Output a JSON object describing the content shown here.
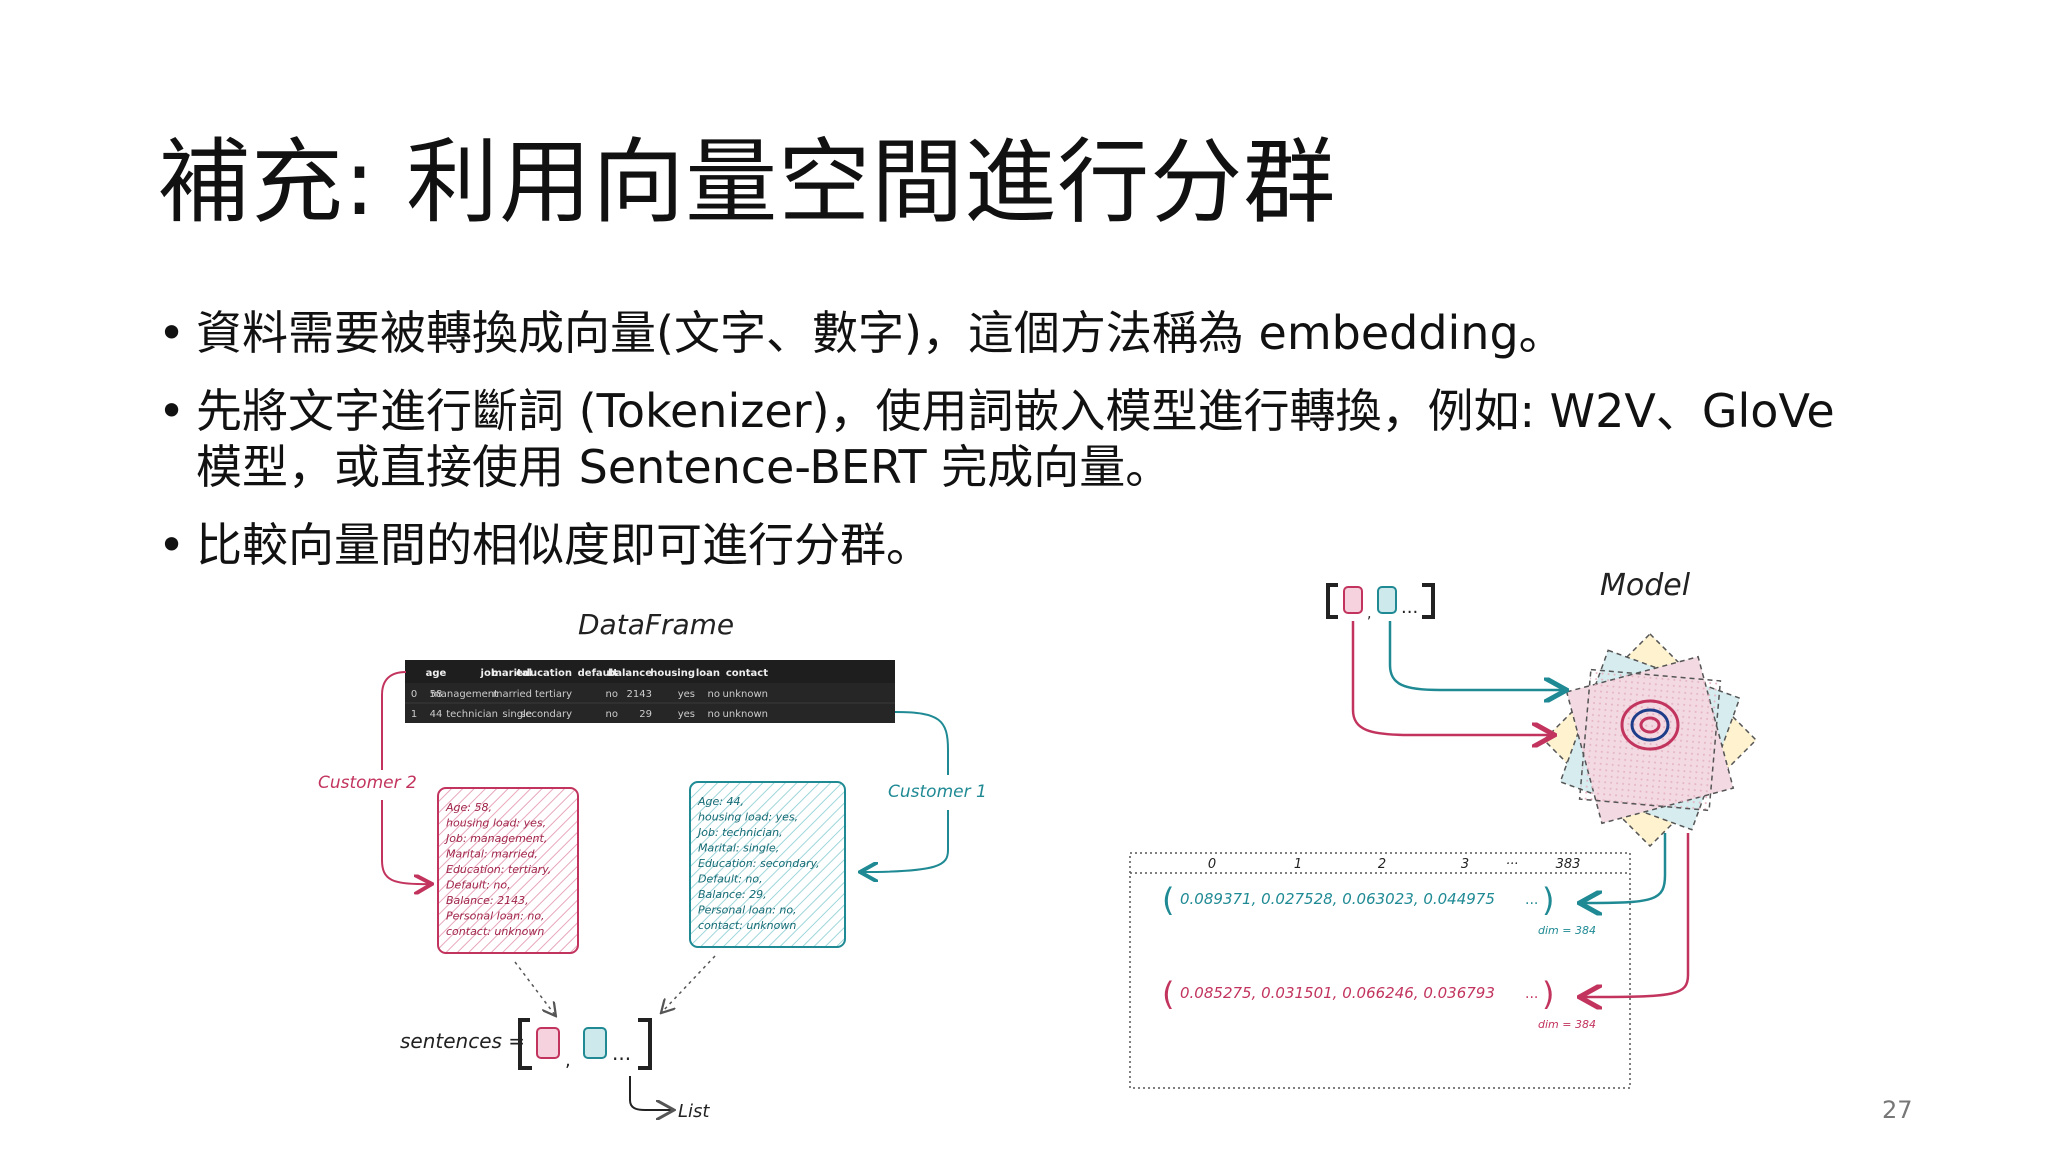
{
  "slide": {
    "title": "補充: 利用向量空間進行分群",
    "page_number": "27"
  },
  "bullets": [
    "資料需要被轉換成向量(文字、數字)，這個方法稱為 embedding。",
    "先將文字進行斷詞 (Tokenizer)，使用詞嵌入模型進行轉換，例如: W2V、GloVe 模型，或直接使用 Sentence-BERT 完成向量。",
    "比較向量間的相似度即可進行分群。"
  ],
  "left_figure": {
    "heading": "DataFrame",
    "table": {
      "columns": [
        "",
        "age",
        "job",
        "marital",
        "education",
        "default",
        "balance",
        "housing",
        "loan",
        "contact"
      ],
      "rows": [
        [
          "0",
          "58",
          "management",
          "married",
          "tertiary",
          "no",
          "2143",
          "yes",
          "no",
          "unknown"
        ],
        [
          "1",
          "44",
          "technician",
          "single",
          "secondary",
          "no",
          "29",
          "yes",
          "no",
          "unknown"
        ]
      ]
    },
    "customer2_label": "Customer 2",
    "customer1_label": "Customer 1",
    "customer2_card": [
      "Age: 58,",
      "housing load: yes,",
      "Job: management,",
      "Marital: married,",
      "Education: tertiary,",
      "Default: no,",
      "Balance: 2143,",
      "Personal loan: no,",
      "contact: unknown"
    ],
    "customer1_card": [
      "Age: 44,",
      "housing load: yes,",
      "Job: technician,",
      "Marital: single,",
      "Education: secondary,",
      "Default: no,",
      "Balance: 29,",
      "Personal loan: no,",
      "contact: unknown"
    ],
    "sentences_label": "sentences =",
    "ellipsis": "...",
    "comma": ",",
    "list_label": "List"
  },
  "right_figure": {
    "model_label": "Model",
    "ellipsis": "...",
    "comma": ",",
    "header_indices": [
      "0",
      "1",
      "2",
      "3",
      "···",
      "383"
    ],
    "vector1": "0.089371, 0.027528, 0.063023, 0.044975",
    "vector2": "0.085275, 0.031501, 0.066246, 0.036793",
    "vector_tail": "...",
    "dim1": "dim = 384",
    "dim2": "dim = 384"
  },
  "colors": {
    "pink": "#c2345e",
    "teal": "#1f8a94",
    "table_header_bg": "#1e1e1e",
    "table_row_bg": "#262626"
  }
}
